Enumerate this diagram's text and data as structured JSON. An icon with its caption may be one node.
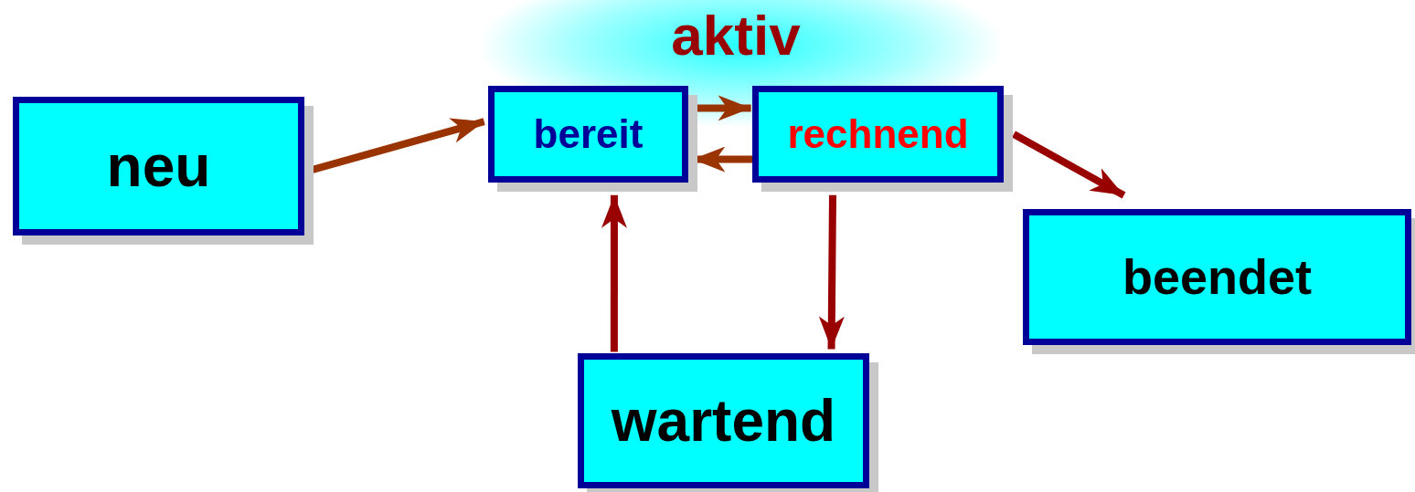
{
  "diagram": {
    "nodes": [
      {
        "text": [
          "neu"
        ]
      },
      {
        "text": [
          "bereit"
        ]
      },
      {
        "text": [
          "rechnend"
        ]
      },
      {
        "text": [
          "beendet"
        ]
      },
      {
        "text": [
          "wartend"
        ]
      }
    ],
    "edges": [
      {
        "from": 0,
        "to": 1,
        "arrow": "to",
        "color": "#993300"
      },
      {
        "from": 1,
        "to": 2,
        "arrow": "to",
        "color": "#993300"
      },
      {
        "from": 2,
        "to": 1,
        "arrow": "to",
        "color": "#993300"
      },
      {
        "from": 2,
        "to": 3,
        "arrow": "to"
      },
      {
        "from": 2,
        "to": 4,
        "arrow": "to"
      },
      {
        "from": 4,
        "to": 1,
        "arrow": "to"
      }
    ],
    "labels": [
      "aktiv"
    ]
  }
}
